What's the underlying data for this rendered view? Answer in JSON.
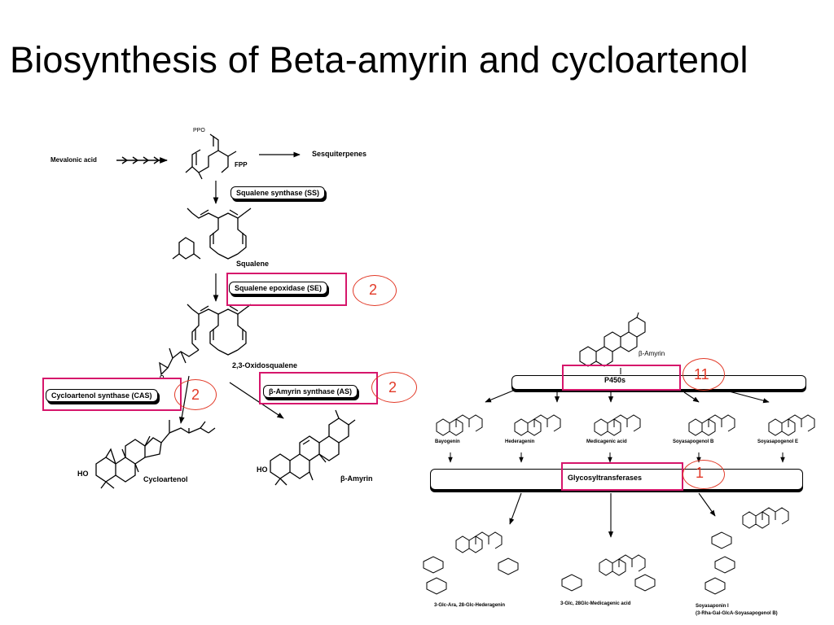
{
  "title": "Biosynthesis of Beta-amyrin and cycloartenol",
  "left_pathway": {
    "mevalonic_acid": "Mevalonic acid",
    "ppo": "PPO",
    "fpp": "FPP",
    "sesquiterpenes": "Sesquiterpenes",
    "squalene_synthase": "Squalene synthase (SS)",
    "squalene": "Squalene",
    "squalene_epoxidase": "Squalene epoxidase (SE)",
    "oxidosqualene": "2,3-Oxidosqualene",
    "cycloartenol_synthase": "Cycloartenol synthase  (CAS)",
    "beta_amyrin_synthase": "β-Amyrin synthase (AS)",
    "cycloartenol": "Cycloartenol",
    "beta_amyrin": "β-Amyrin",
    "ho": "HO"
  },
  "right_pathway": {
    "beta_amyrin": "β-Amyrin",
    "p450s": "P450s",
    "glycosyltransferases": "Glycosyltransferases",
    "products": [
      "Bayogenin",
      "Hederagenin",
      "Medicagenic acid",
      "Soyasapogenol B",
      "Soyasapogenol E"
    ],
    "saponins": [
      "3-Glc-Ara, 28-Glc-Hederagenin",
      "3-Glc, 28Glc-Medicagenic acid",
      "Soyasaponin I",
      "(3-Rha-Gal-GlcA-Soyasapogenol B)"
    ]
  },
  "annotations": {
    "se_count": "2",
    "cas_count": "2",
    "as_count": "2",
    "p450_count": "11",
    "gt_count": "1"
  },
  "colors": {
    "highlight_box": "#d6166b",
    "annotation": "#e23a28"
  }
}
